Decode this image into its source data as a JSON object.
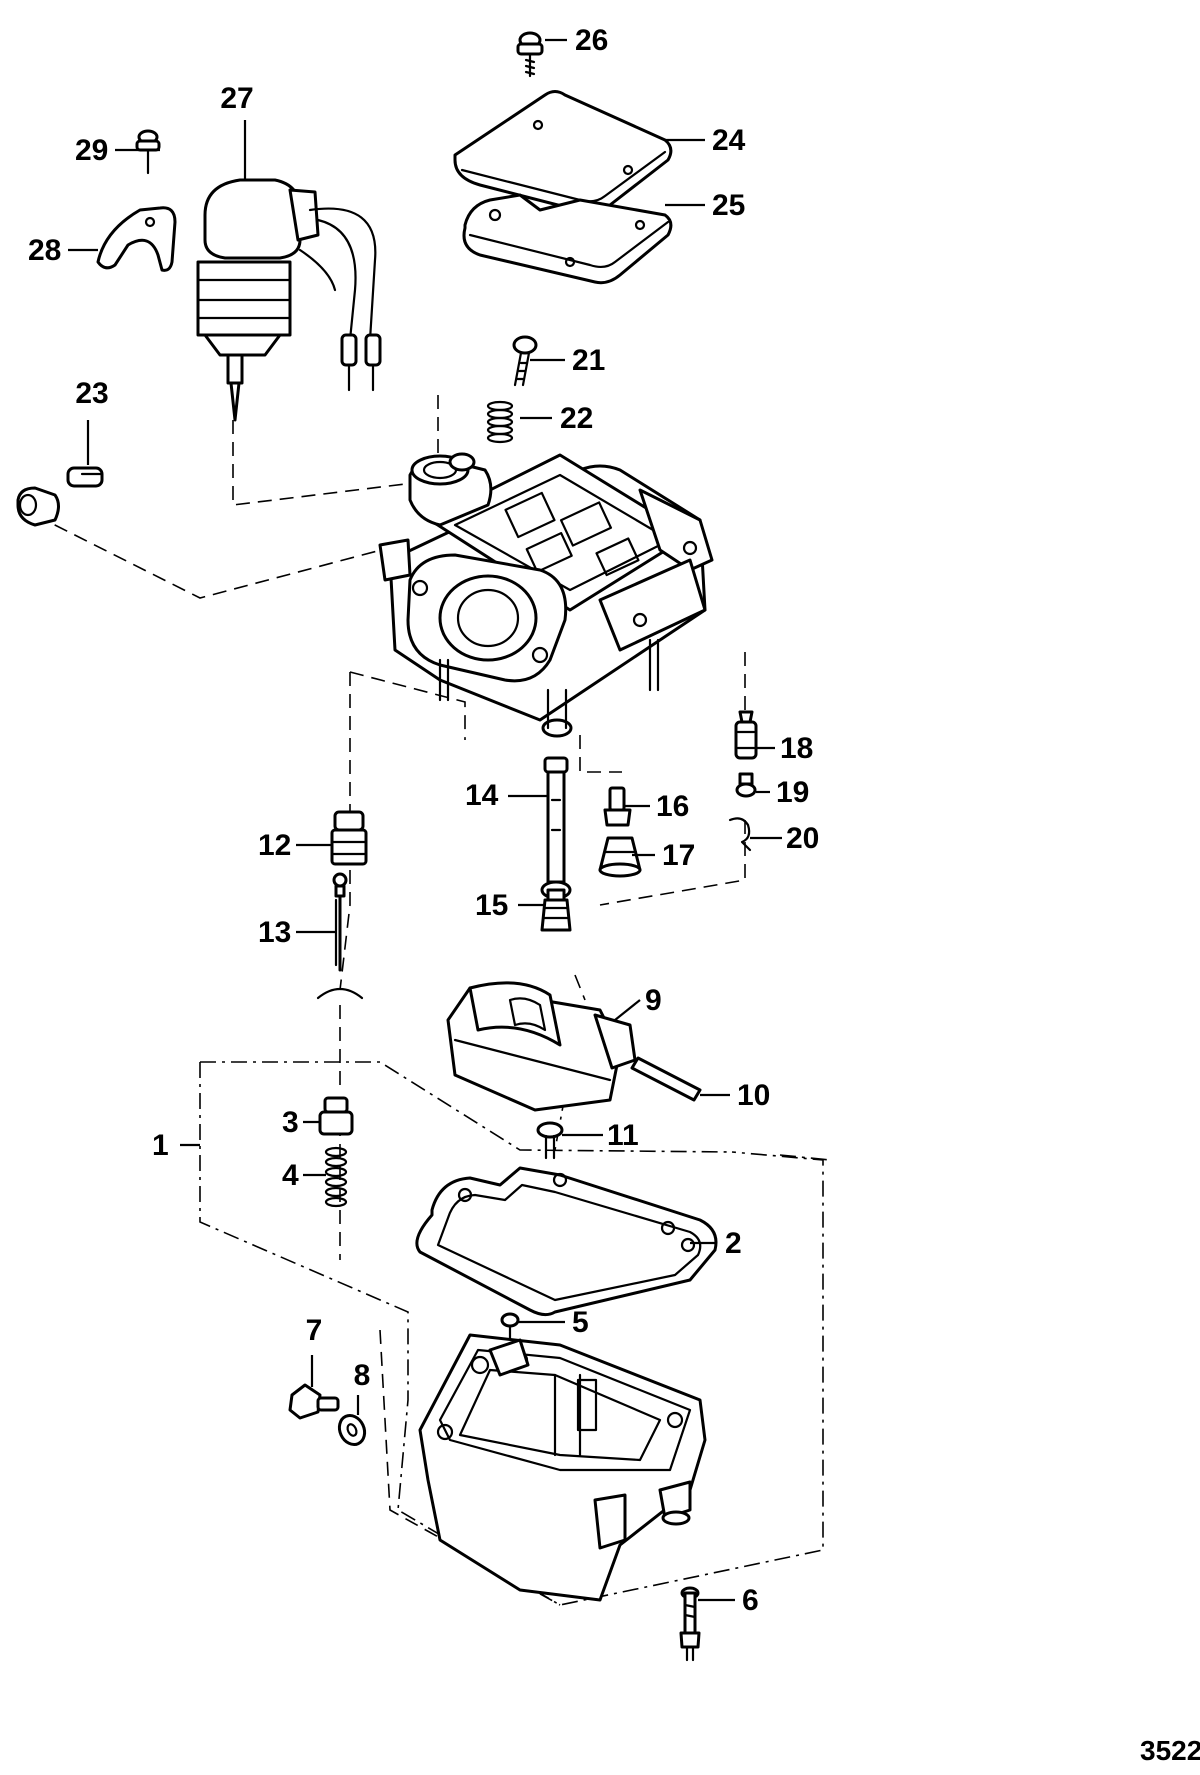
{
  "diagram": {
    "figure_number": "3522",
    "callouts": [
      {
        "id": "1",
        "label": "1"
      },
      {
        "id": "2",
        "label": "2"
      },
      {
        "id": "3",
        "label": "3"
      },
      {
        "id": "4",
        "label": "4"
      },
      {
        "id": "5",
        "label": "5"
      },
      {
        "id": "6",
        "label": "6"
      },
      {
        "id": "7",
        "label": "7"
      },
      {
        "id": "8",
        "label": "8"
      },
      {
        "id": "9",
        "label": "9"
      },
      {
        "id": "10",
        "label": "10"
      },
      {
        "id": "11",
        "label": "11"
      },
      {
        "id": "12",
        "label": "12"
      },
      {
        "id": "13",
        "label": "13"
      },
      {
        "id": "14",
        "label": "14"
      },
      {
        "id": "15",
        "label": "15"
      },
      {
        "id": "16",
        "label": "16"
      },
      {
        "id": "17",
        "label": "17"
      },
      {
        "id": "18",
        "label": "18"
      },
      {
        "id": "19",
        "label": "19"
      },
      {
        "id": "20",
        "label": "20"
      },
      {
        "id": "21",
        "label": "21"
      },
      {
        "id": "22",
        "label": "22"
      },
      {
        "id": "23",
        "label": "23"
      },
      {
        "id": "24",
        "label": "24"
      },
      {
        "id": "25",
        "label": "25"
      },
      {
        "id": "26",
        "label": "26"
      },
      {
        "id": "27",
        "label": "27"
      },
      {
        "id": "28",
        "label": "28"
      },
      {
        "id": "29",
        "label": "29"
      }
    ]
  }
}
